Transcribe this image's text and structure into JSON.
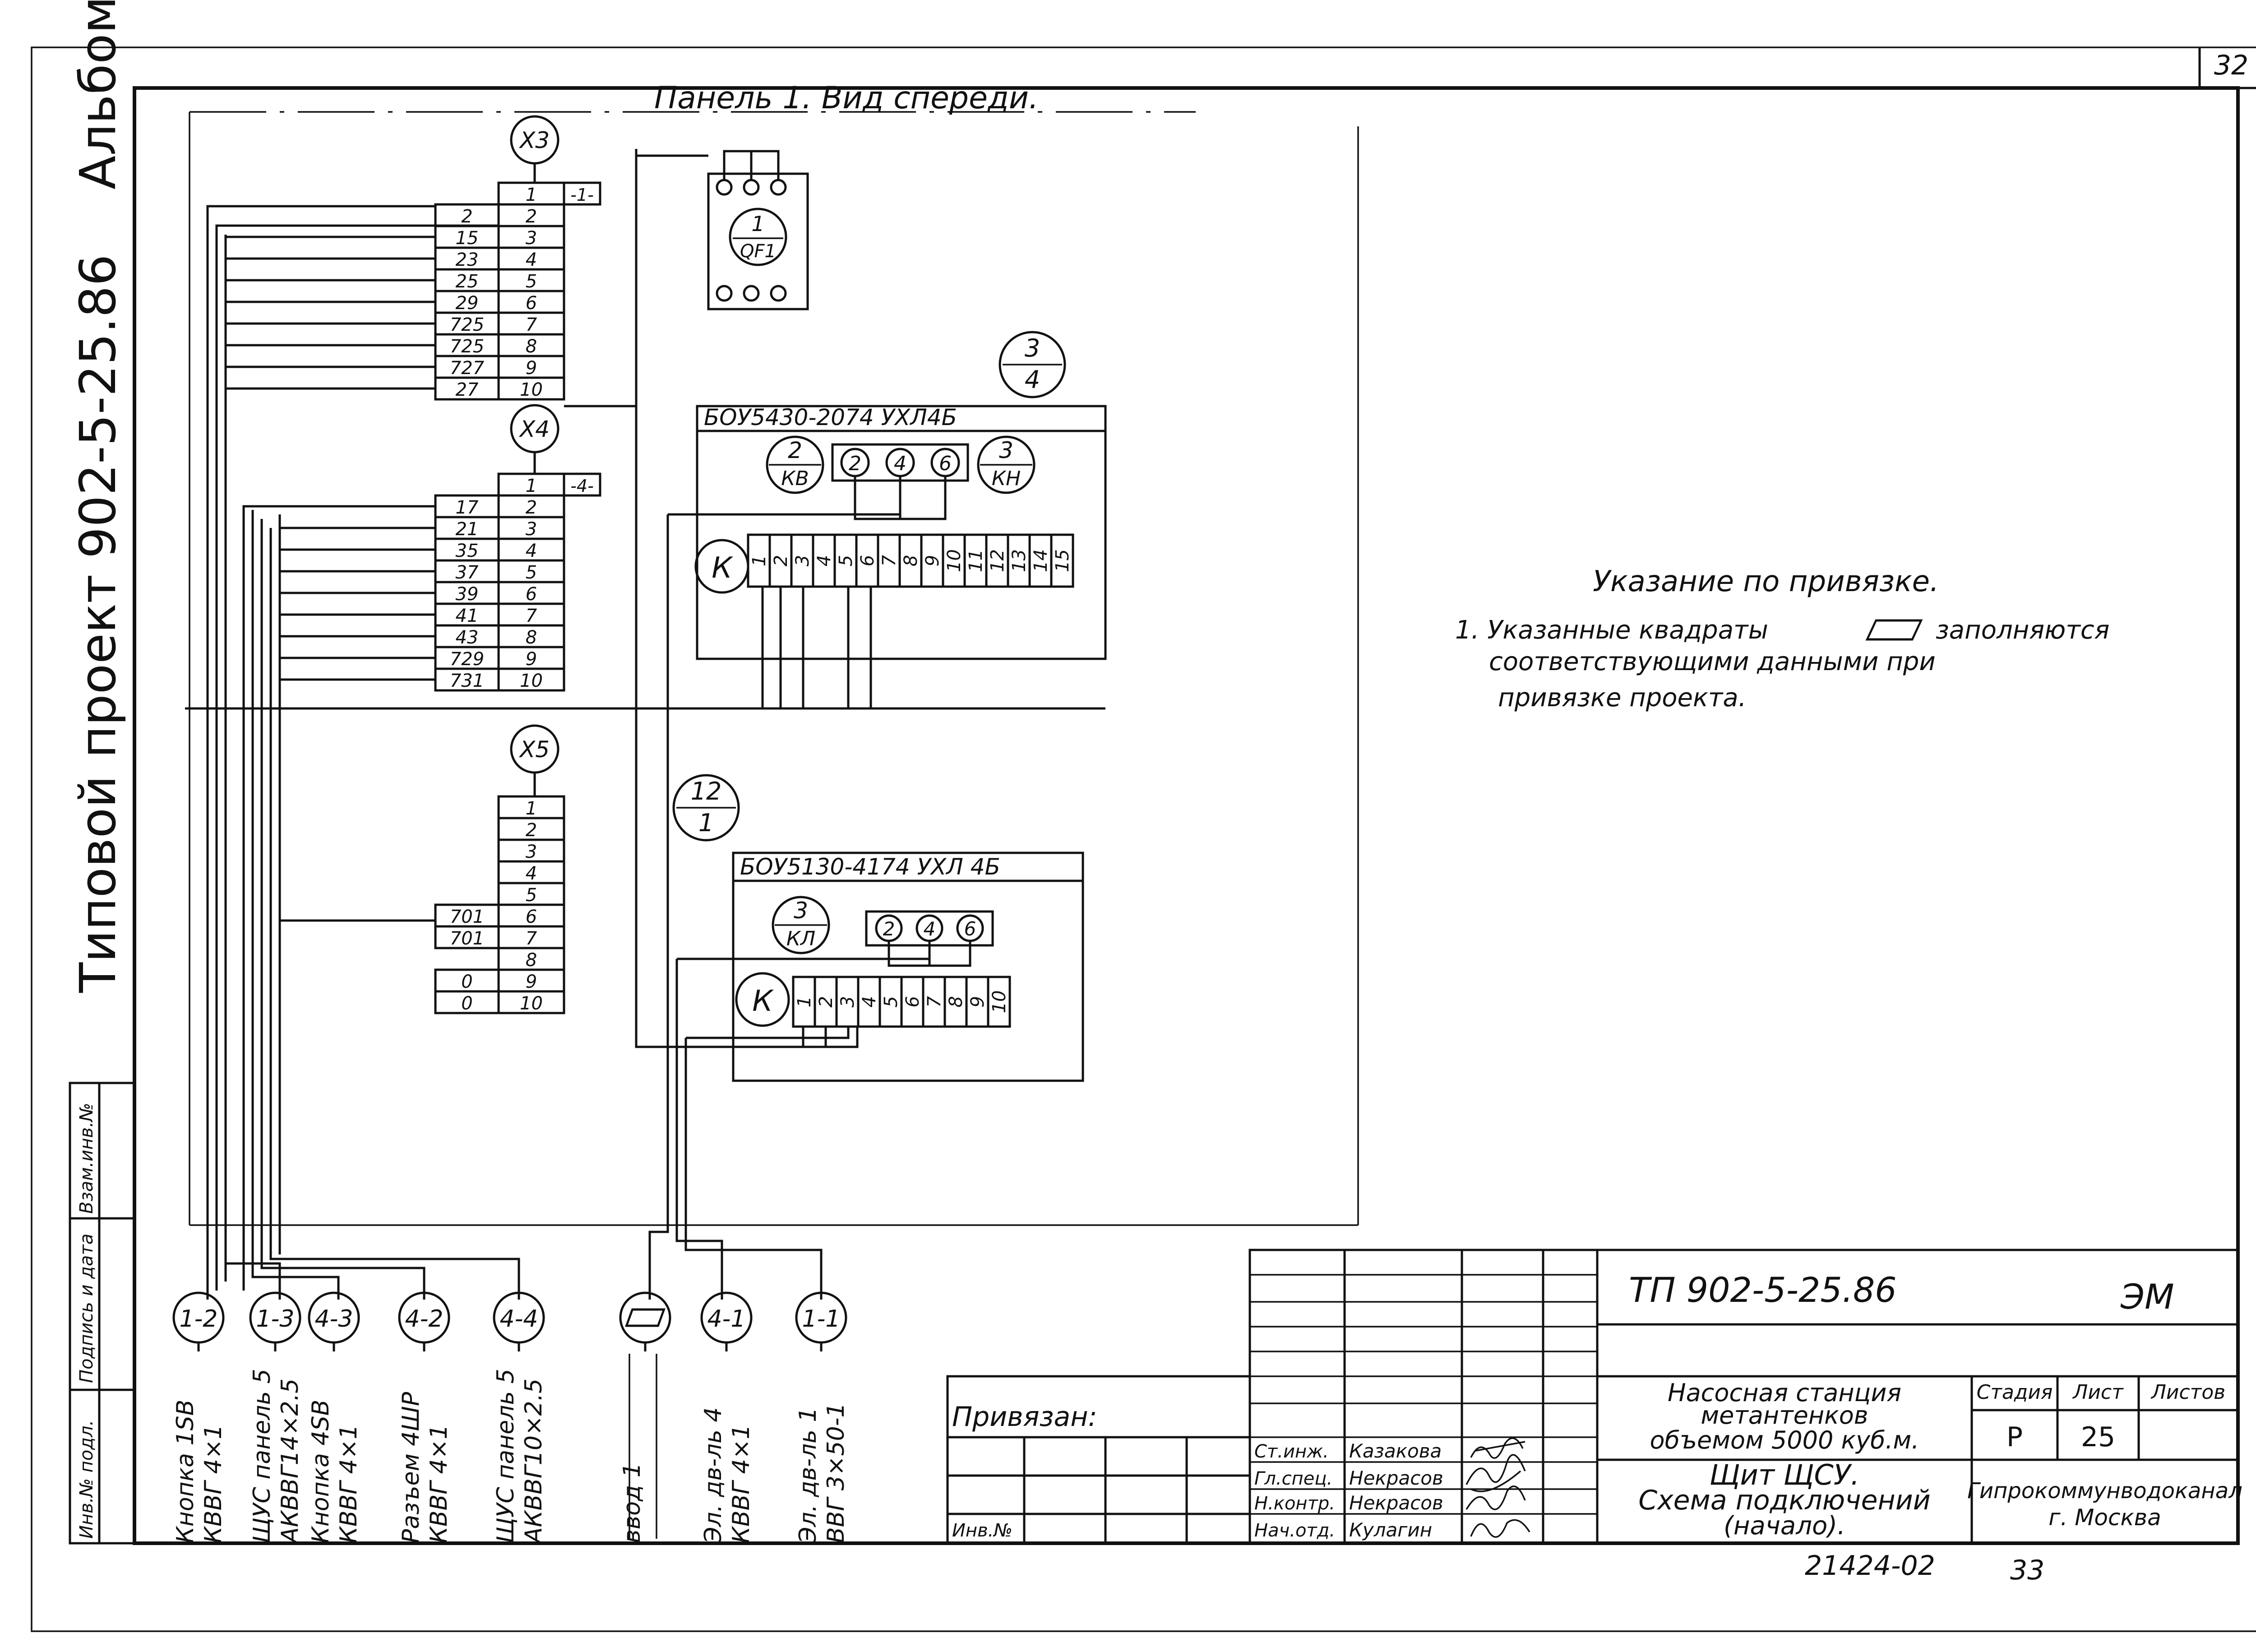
{
  "page_number": "32",
  "side_title": {
    "part1": "Типовой",
    "part2": "проект 902-5-25.86",
    "part3": "Альбом II"
  },
  "panel_title": "Панель 1. Вид спереди.",
  "terminal_blocks": {
    "x3": {
      "name": "X3",
      "rows": [
        {
          "ext": "",
          "term": "1",
          "tag": "-1-"
        },
        {
          "ext": "2",
          "term": "2"
        },
        {
          "ext": "15",
          "term": "3"
        },
        {
          "ext": "23",
          "term": "4"
        },
        {
          "ext": "25",
          "term": "5"
        },
        {
          "ext": "29",
          "term": "6"
        },
        {
          "ext": "725",
          "term": "7"
        },
        {
          "ext": "725",
          "term": "8"
        },
        {
          "ext": "727",
          "term": "9"
        },
        {
          "ext": "27",
          "term": "10"
        }
      ]
    },
    "x4": {
      "name": "X4",
      "rows": [
        {
          "ext": "",
          "term": "1",
          "tag": "-4-"
        },
        {
          "ext": "17",
          "term": "2"
        },
        {
          "ext": "21",
          "term": "3"
        },
        {
          "ext": "35",
          "term": "4"
        },
        {
          "ext": "37",
          "term": "5"
        },
        {
          "ext": "39",
          "term": "6"
        },
        {
          "ext": "41",
          "term": "7"
        },
        {
          "ext": "43",
          "term": "8"
        },
        {
          "ext": "729",
          "term": "9"
        },
        {
          "ext": "731",
          "term": "10"
        }
      ]
    },
    "x5": {
      "name": "X5",
      "rows": [
        {
          "ext": "",
          "term": "1"
        },
        {
          "ext": "",
          "term": "2"
        },
        {
          "ext": "",
          "term": "3"
        },
        {
          "ext": "",
          "term": "4"
        },
        {
          "ext": "",
          "term": "5"
        },
        {
          "ext": "701",
          "term": "6"
        },
        {
          "ext": "701",
          "term": "7"
        },
        {
          "ext": "",
          "term": "8"
        },
        {
          "ext": "0",
          "term": "9"
        },
        {
          "ext": "0",
          "term": "10"
        }
      ]
    }
  },
  "breaker": {
    "top": "1",
    "bottom": "QF1"
  },
  "box1": {
    "title": "БОУ5430-2074 УХЛ4Б",
    "ref_top": "3",
    "ref_bottom": "4",
    "kv_top": "2",
    "kv_bottom": "КВ",
    "kn_top": "3",
    "kn_bottom": "КН",
    "contacts": [
      "2",
      "4",
      "6"
    ],
    "k_label": "К",
    "terminals": [
      "1",
      "2",
      "3",
      "4",
      "5",
      "6",
      "7",
      "8",
      "9",
      "10",
      "11",
      "12",
      "13",
      "14",
      "15"
    ]
  },
  "box2": {
    "title": "БОУ5130-4174 УХЛ 4Б",
    "ref_top": "12",
    "ref_bottom": "1",
    "kl_top": "3",
    "kl_bottom": "КЛ",
    "contacts": [
      "2",
      "4",
      "6"
    ],
    "k_label": "К",
    "terminals": [
      "1",
      "2",
      "3",
      "4",
      "5",
      "6",
      "7",
      "8",
      "9",
      "10"
    ]
  },
  "cables": [
    {
      "tag": "1-2",
      "line1": "Кнопка 1SB",
      "line2": "КВВГ 4×1"
    },
    {
      "tag": "1-3",
      "line1": "ЩУС панель 5",
      "line2": "АКВВГ14×2.5"
    },
    {
      "tag": "4-3",
      "line1": "Кнопка 4SB",
      "line2": "КВВГ 4×1"
    },
    {
      "tag": "4-2",
      "line1": "Разъем 4ШР",
      "line2": "КВВГ 4×1"
    },
    {
      "tag": "4-4",
      "line1": "ЩУС панель 5",
      "line2": "АКВВГ10×2.5"
    },
    {
      "tag": "",
      "line1": "ввод 1",
      "line2": ""
    },
    {
      "tag": "4-1",
      "line1": "Эл. дв-ль 4",
      "line2": "КВВГ 4×1"
    },
    {
      "tag": "1-1",
      "line1": "Эл. дв-ль 1",
      "line2": "ВВГ 3×50-1"
    }
  ],
  "note": {
    "title": "Указание по привязке.",
    "line1": "1. Указанные квадраты",
    "line1b": "заполняются",
    "line2": "соответствующими данными при",
    "line3": "привязке проекта."
  },
  "side_stamp": [
    "Инв.№ подл.",
    "Подпись и дата",
    "Взам.инв.№"
  ],
  "title_block": {
    "code": "ТП 902-5-25.86",
    "mark": "ЭМ",
    "object_line1": "Насосная станция",
    "object_line2": "метантенков",
    "object_line3": "объемом 5000 куб.м.",
    "drawing_line1": "Щит ЩСУ.",
    "drawing_line2": "Схема подключений",
    "drawing_line3": "(начало).",
    "stage_label": "Стадия",
    "sheet_label": "Лист",
    "sheets_label": "Листов",
    "stage": "Р",
    "sheet": "25",
    "organization_line1": "Гипрокоммунводоканал",
    "organization_line2": "г. Москва",
    "people": [
      {
        "role": "Ст.инж.",
        "name": "Казакова"
      },
      {
        "role": "Гл.спец.",
        "name": "Некрасов"
      },
      {
        "role": "Н.контр.",
        "name": "Некрасов"
      },
      {
        "role": "Нач.отд.",
        "name": "Кулагин"
      }
    ],
    "bound_label": "Привязан:",
    "inv_label": "Инв.№",
    "archive_no": "21424-02",
    "footer_no": "33"
  }
}
